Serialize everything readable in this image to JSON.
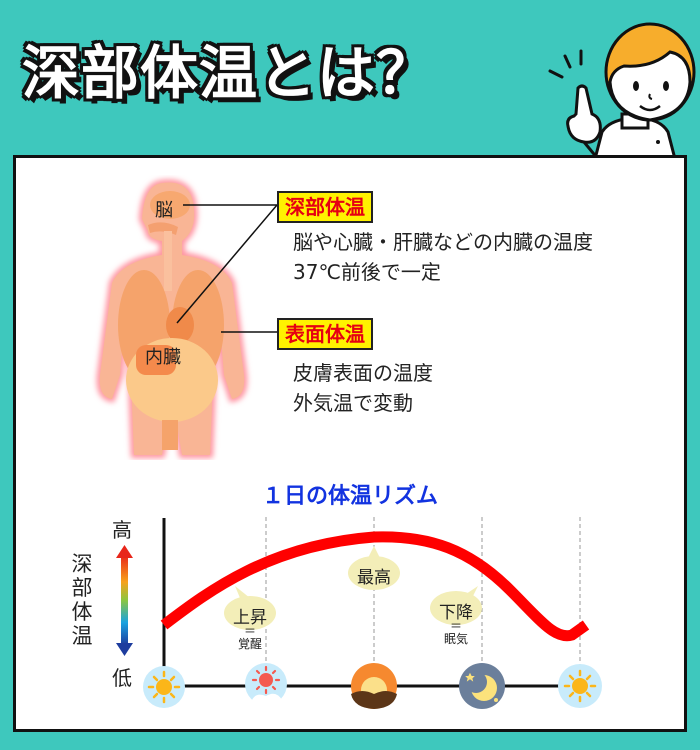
{
  "header": {
    "title": "深部体温とは？"
  },
  "anatomy": {
    "labels": {
      "brain": "脳",
      "internal_organs": "内臓"
    }
  },
  "deep_temp": {
    "tag": "深部体温",
    "lines": [
      "脳や心臓・肝臓などの内臓の温度",
      "37℃前後で一定"
    ]
  },
  "surface_temp": {
    "tag": "表面体温",
    "lines": [
      "皮膚表面の温度",
      "外気温で変動"
    ]
  },
  "colors": {
    "background": "#3ec8bd",
    "tag_fill": "#fff200",
    "tag_text": "#e60012",
    "chart_title": "#1233e0",
    "curve": "#ff0000",
    "bubble": "#f3eeb8"
  },
  "chart_data": {
    "type": "line",
    "title": "１日の体温リズム",
    "ylabel": "深部体温",
    "y_high_label": "高",
    "y_low_label": "低",
    "categories": [
      "morning",
      "daytime",
      "evening",
      "night",
      "next-morning"
    ],
    "category_icons": [
      "sun-icon",
      "sun-cloud-icon",
      "sunset-icon",
      "moon-icon",
      "sun-icon"
    ],
    "series": [
      {
        "name": "深部体温",
        "values": [
          30,
          62,
          80,
          50,
          14,
          22
        ]
      }
    ],
    "x_positions": [
      0,
      0.25,
      0.5,
      0.75,
      0.92,
      1.0
    ],
    "annotations": [
      {
        "label": "上昇",
        "sub": "覚醒",
        "sub_separator": "＝",
        "position": "daytime"
      },
      {
        "label": "最高",
        "position": "evening"
      },
      {
        "label": "下降",
        "sub": "眠気",
        "sub_separator": "＝",
        "position": "night"
      }
    ],
    "grid": "vertical dashed lines at each time icon"
  }
}
